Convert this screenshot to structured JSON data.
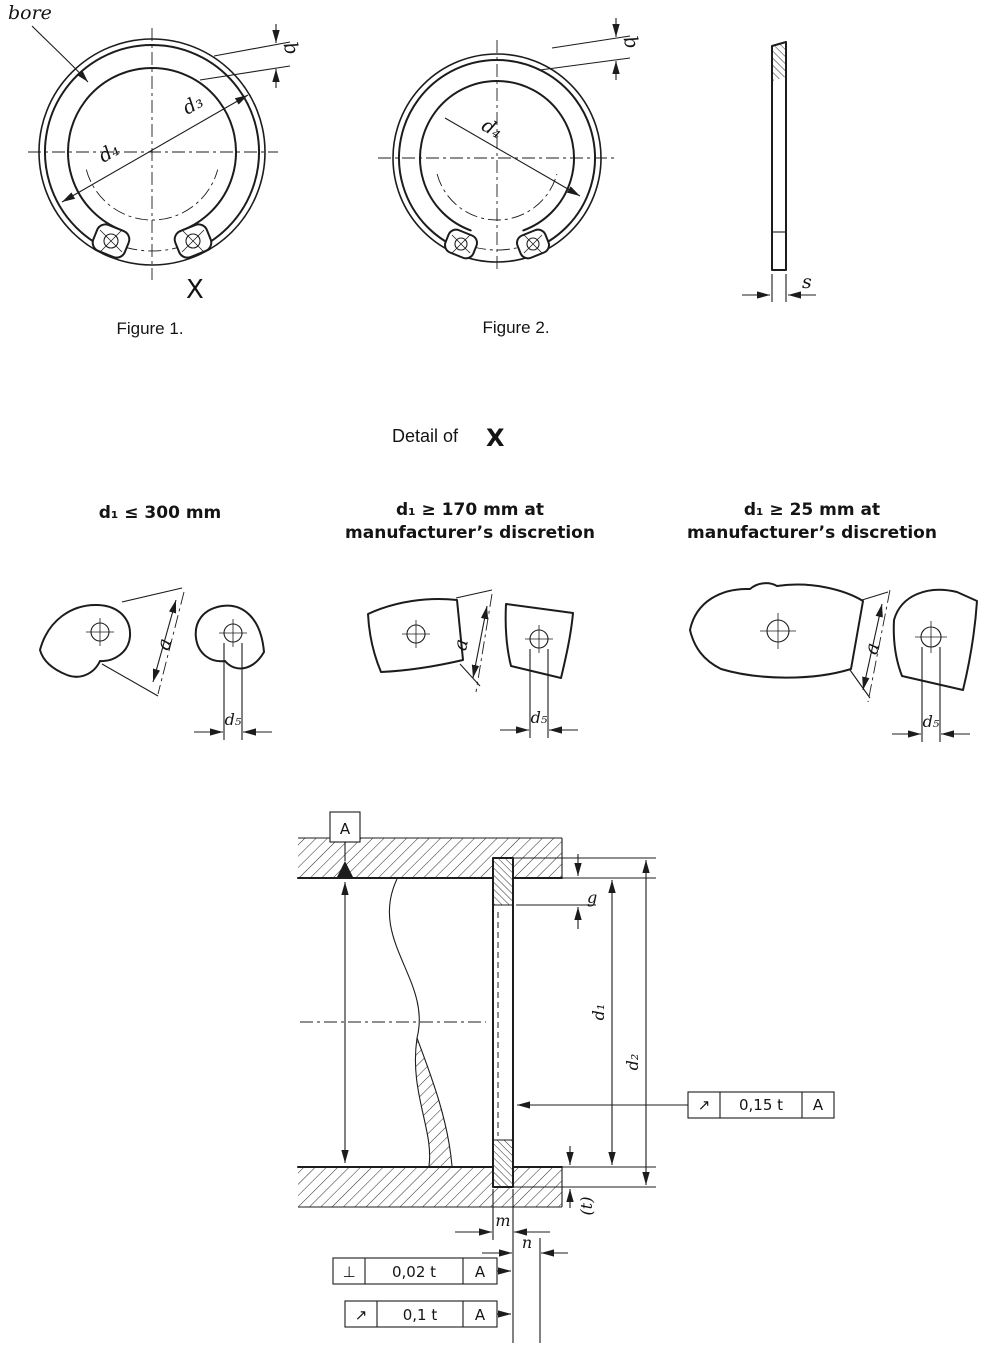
{
  "figures": {
    "bore_label": "bore",
    "figure1": {
      "caption": "Figure 1.",
      "dim_b": "b",
      "dim_d3": "d₃",
      "dim_d4": "d₄",
      "detail_marker": "X"
    },
    "figure2": {
      "caption": "Figure 2.",
      "dim_b": "b",
      "dim_d4": "d₄"
    },
    "side_view": {
      "dim_s": "s"
    }
  },
  "detail_section": {
    "heading_prefix": "Detail of",
    "heading_marker": "X",
    "variants": [
      {
        "condition_line1": "d₁ ≤  300 mm",
        "condition_line2": "",
        "dim_a": "a",
        "dim_d5": "d₅"
      },
      {
        "condition_line1": "d₁ ≥ 170 mm at",
        "condition_line2": "manufacturer’s discretion",
        "dim_a": "a",
        "dim_d5": "d₅"
      },
      {
        "condition_line1": "d₁ ≥ 25 mm at",
        "condition_line2": "manufacturer’s discretion",
        "dim_a": "a",
        "dim_d5": "d₅"
      }
    ]
  },
  "assembly": {
    "datum_label": "A",
    "dim_g": "g",
    "dim_d1": "d₁",
    "dim_d2": "d₂",
    "dim_m": "m",
    "dim_n": "n",
    "dim_t": "(t)",
    "tolerance_frames": {
      "runout_upper": {
        "symbol": "↗",
        "value": "0,15 t",
        "datum": "A"
      },
      "perpendicularity": {
        "symbol": "⊥",
        "value": "0,02 t",
        "datum": "A"
      },
      "runout_lower": {
        "symbol": "↗",
        "value": "0,1 t",
        "datum": "A"
      }
    }
  }
}
